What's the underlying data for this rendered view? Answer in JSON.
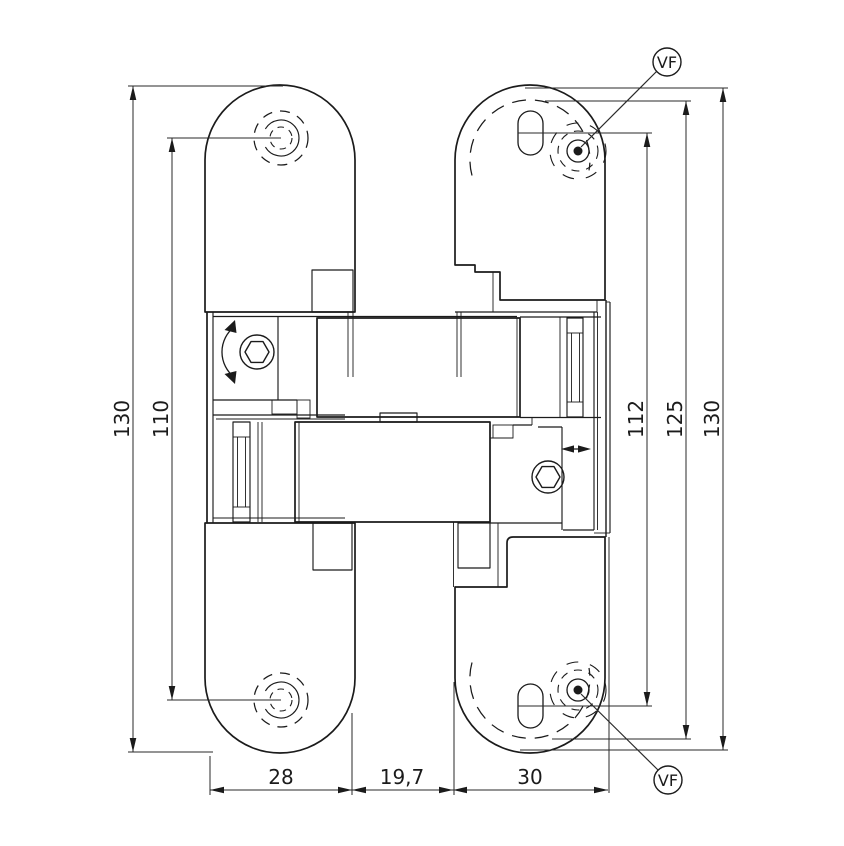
{
  "drawing": {
    "dims": {
      "left_total": "130",
      "left_holes": "110",
      "right_slots": "112",
      "right_plate": "125",
      "right_total": "130",
      "bottom_door_plate": "28",
      "bottom_gap": "19,7",
      "bottom_frame_plate": "30"
    },
    "callouts": {
      "vf_top": "VF",
      "vf_bottom": "VF"
    }
  }
}
